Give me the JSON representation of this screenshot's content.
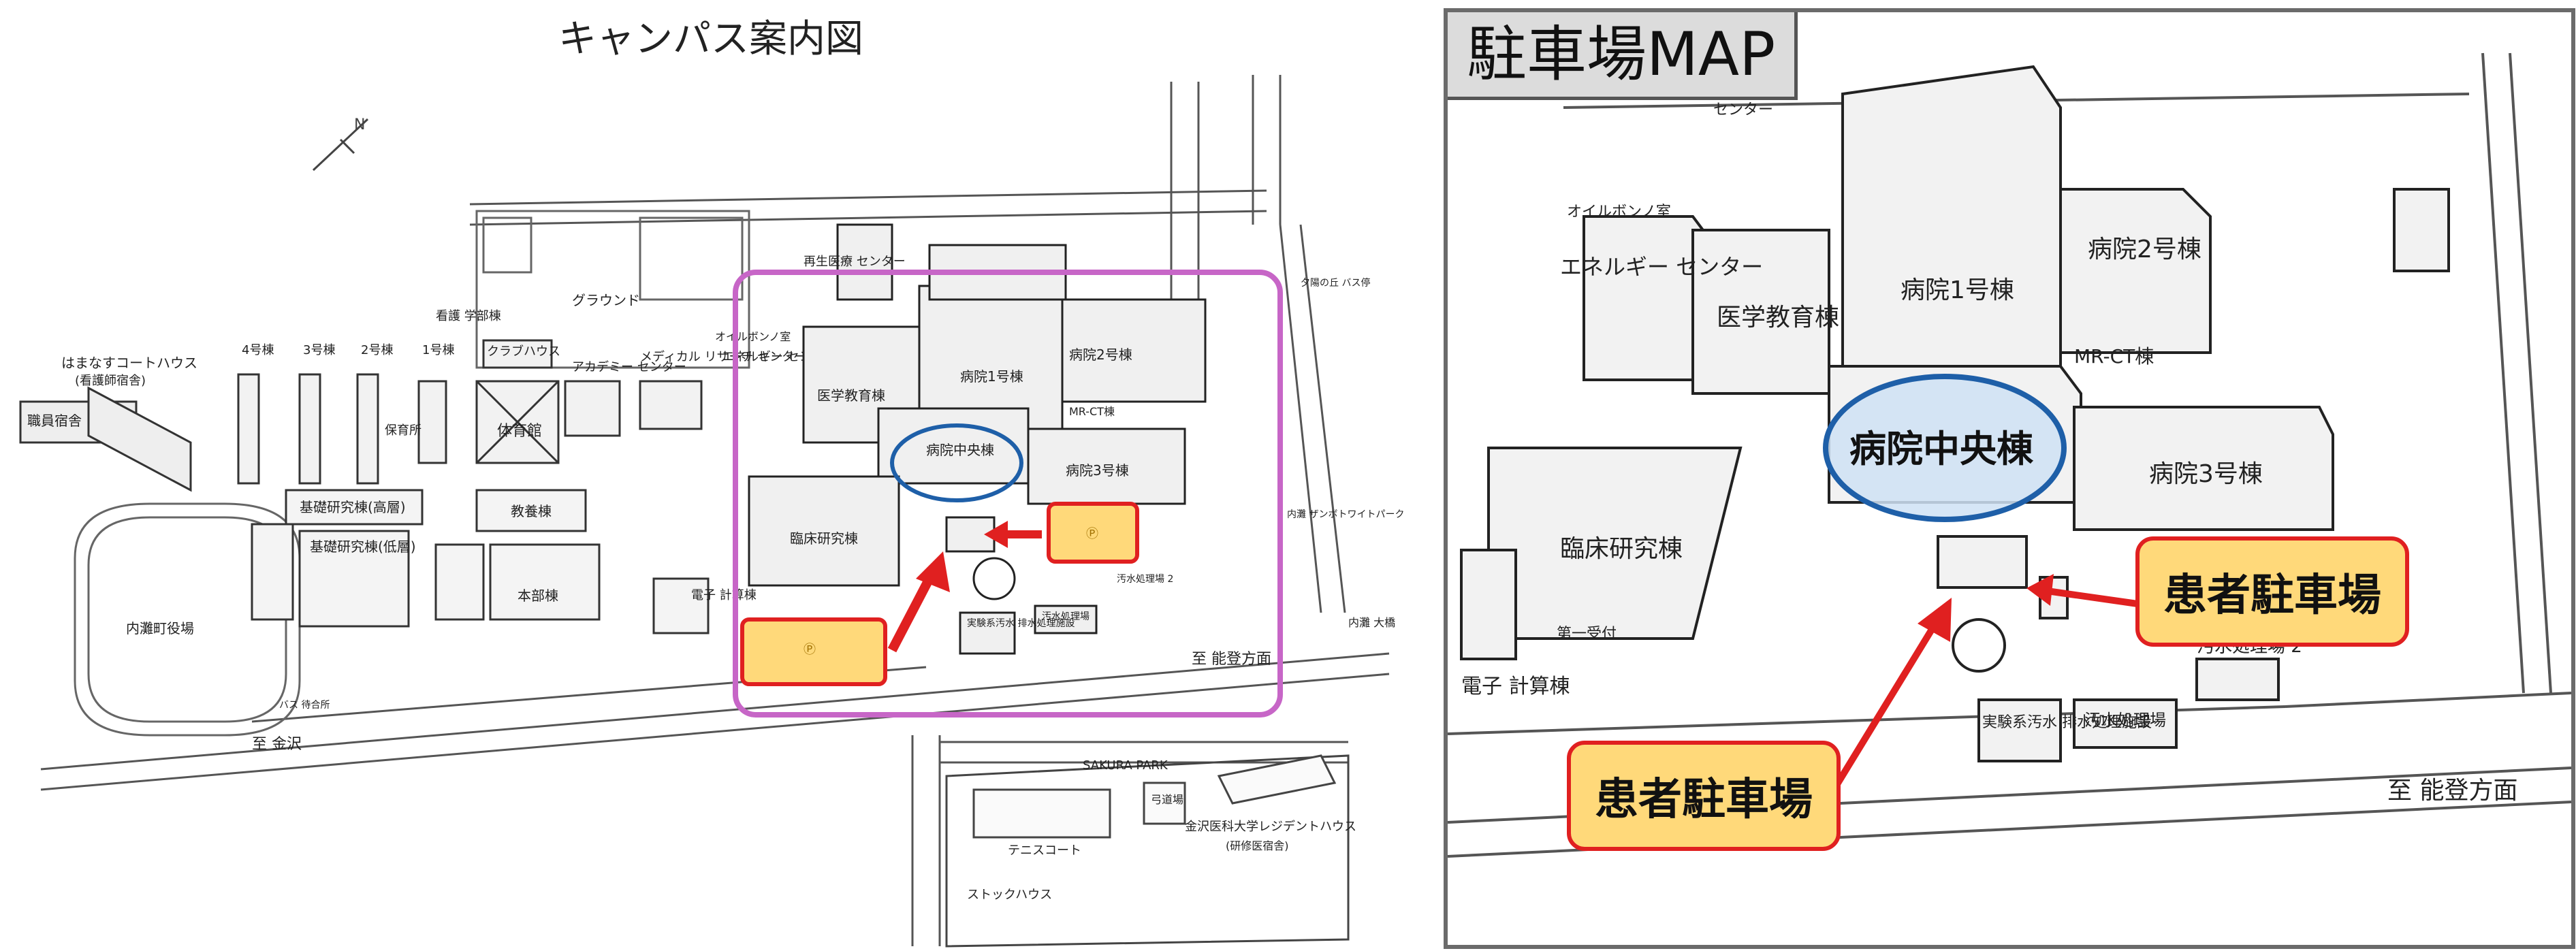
{
  "left_map": {
    "title": "キャンパス案内図",
    "labels": {
      "hamanasu": "はまなすコートハウス",
      "hamanasu_sub": "(看護師宿舎)",
      "staff_dorm": "職員宿舎",
      "kiso_koso": "基礎研究棟(高層)",
      "kiso_teiso": "基礎研究棟(低層)",
      "kyoyo": "教養棟",
      "honbu": "本部棟",
      "ground": "グラウンド",
      "club": "クラブハウス",
      "taiiku": "体育館",
      "academy": "アカデミー センター",
      "media": "メディカル リサーチ センター",
      "energy": "エネルギー センター",
      "oil": "オイルボンノ室",
      "igaku": "医学教育棟",
      "hospital1": "病院1号棟",
      "hospital2": "病院2号棟",
      "hospital3": "病院3号棟",
      "central": "病院中央棟",
      "mrct": "MR-CT棟",
      "rinsho": "臨床研究棟",
      "saisei": "再生医療 センター",
      "denshi": "電子 計算棟",
      "jikken": "実験系汚水 排水処理施設",
      "osui": "汚水処理場",
      "osui2": "汚水処理場 2",
      "uchinada": "内灘町役場",
      "to_kanazawa": "至 金沢",
      "to_noto": "至 能登方面",
      "sakura": "SAKURA PARK",
      "tennis": "テニスコート",
      "stock": "ストックハウス",
      "kyudo": "弓道場",
      "resident": "金沢医科大学レジデントハウス",
      "resident_sub": "(研修医宿舎)",
      "bus": "バス 待合所",
      "hoikusho": "保育所",
      "kango": "看護 学部棟",
      "no4": "4号棟",
      "no3": "3号棟",
      "no2": "2号棟",
      "no1": "1号棟",
      "uchinada_ohashi": "内灘 大橋",
      "kodomo": "内灘 ザンボトワイトパーク",
      "yume": "夕陽の丘 バス停"
    }
  },
  "right_map": {
    "title": "駐車場MAP",
    "labels": {
      "oil": "オイルボンノ室",
      "energy": "エネルギー センター",
      "igaku": "医学教育棟",
      "hospital1": "病院1号棟",
      "hospital2": "病院2号棟",
      "hospital3": "病院3号棟",
      "central": "病院中央棟",
      "mrct": "MR-CT棟",
      "rinsho": "臨床研究棟",
      "denshi": "電子 計算棟",
      "jikken": "実験系汚水 排水処理施設",
      "osui": "汚水処理場",
      "osui2": "汚水処理場 2",
      "to_noto": "至 能登方面",
      "parking1": "患者駐車場",
      "parking2": "患者駐車場",
      "center_label": "センター",
      "dai1": "第一受付"
    }
  },
  "colors": {
    "highlight_pink": "#c766c7",
    "central_blue": "#1e5fa8",
    "parking_fill": "#ffd97a",
    "arrow_red": "#e02020",
    "frame_gray": "#6b6b6b"
  }
}
